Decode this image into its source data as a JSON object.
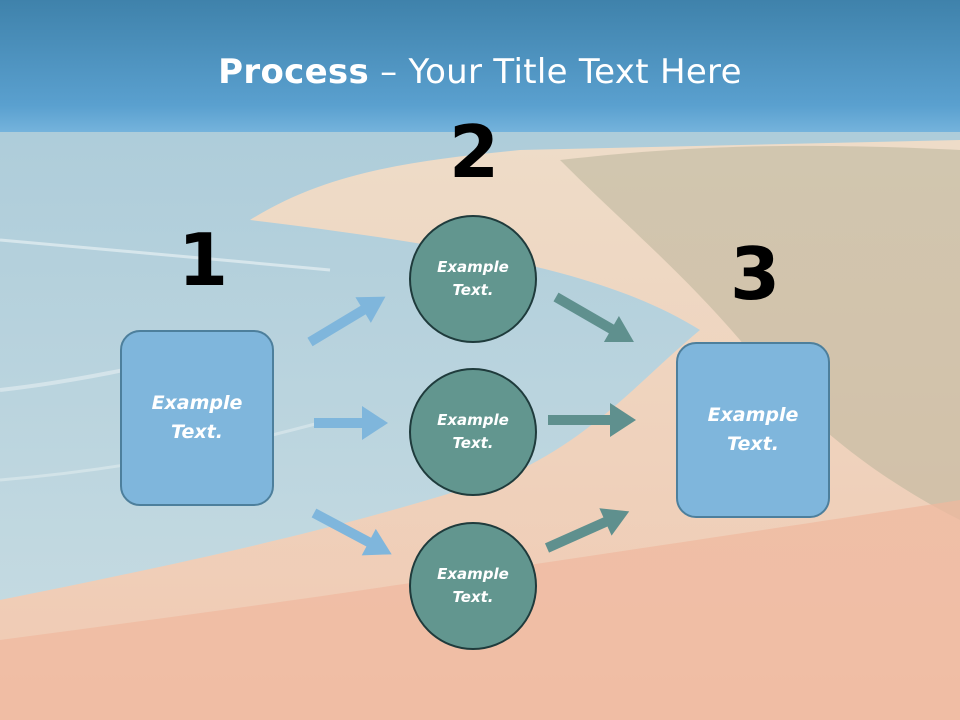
{
  "title": {
    "bold": "Process",
    "separator": " – ",
    "rest": "Your Title Text Here"
  },
  "numbers": [
    "1",
    "2",
    "3"
  ],
  "left_box": {
    "line1": "Example",
    "line2": "Text."
  },
  "right_box": {
    "line1": "Example",
    "line2": "Text."
  },
  "circles": [
    {
      "line1": "Example",
      "line2": "Text."
    },
    {
      "line1": "Example",
      "line2": "Text."
    },
    {
      "line1": "Example",
      "line2": "Text."
    }
  ],
  "colors": {
    "box": "#7fb6dc",
    "circle": "#62968f",
    "arrow_in": "#7fb6dc",
    "arrow_out": "#5f908e"
  }
}
